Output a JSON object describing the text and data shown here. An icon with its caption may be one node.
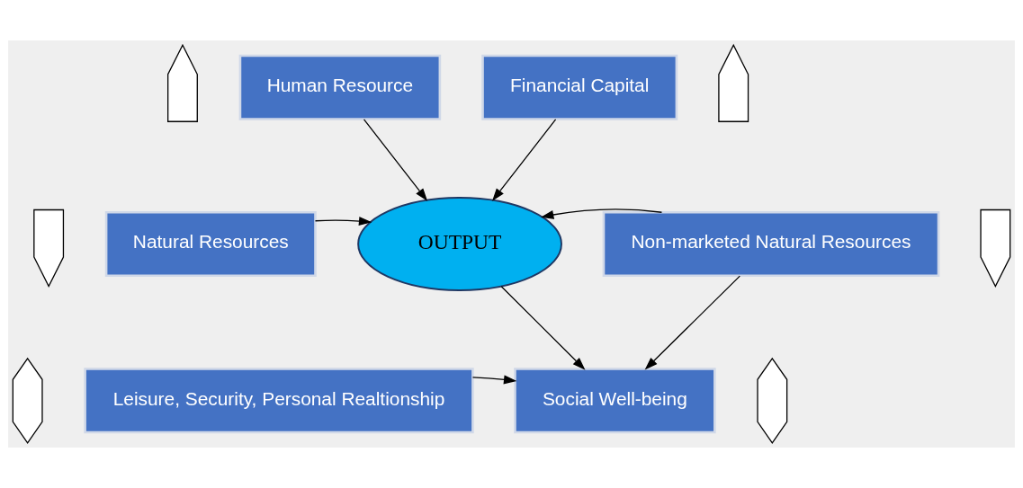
{
  "diagram": {
    "nodes": [
      {
        "text": [],
        "shape": "up-arrow"
      },
      {
        "text": [
          "Human Resource"
        ]
      },
      {
        "text": [
          "Financial Capital"
        ]
      },
      {
        "text": [],
        "shape": "up-arrow"
      },
      {
        "text": [],
        "shape": "down-arrow"
      },
      {
        "text": [
          "Natural Resources"
        ]
      },
      {
        "text": [
          "OUTPUT"
        ]
      },
      {
        "text": [
          "Non-marketed Natural Resources"
        ]
      },
      {
        "text": [],
        "shape": "down-arrow"
      },
      {
        "text": [],
        "shape": "double-arrow"
      },
      {
        "text": [
          "Leisure, Security, Personal Realtionship"
        ]
      },
      {
        "text": [
          "Social Well-being"
        ]
      },
      {
        "text": [],
        "shape": "double-arrow"
      }
    ],
    "edges": [
      {
        "from": 1,
        "to": 6,
        "arrow": "to"
      },
      {
        "from": 2,
        "to": 6,
        "arrow": "to"
      },
      {
        "from": 5,
        "to": 6,
        "arrow": "to"
      },
      {
        "from": 7,
        "to": 6,
        "arrow": "to"
      },
      {
        "from": 6,
        "to": 11,
        "arrow": "to"
      },
      {
        "from": 7,
        "to": 11,
        "arrow": "to"
      },
      {
        "from": 10,
        "to": 11,
        "arrow": "to"
      }
    ]
  }
}
